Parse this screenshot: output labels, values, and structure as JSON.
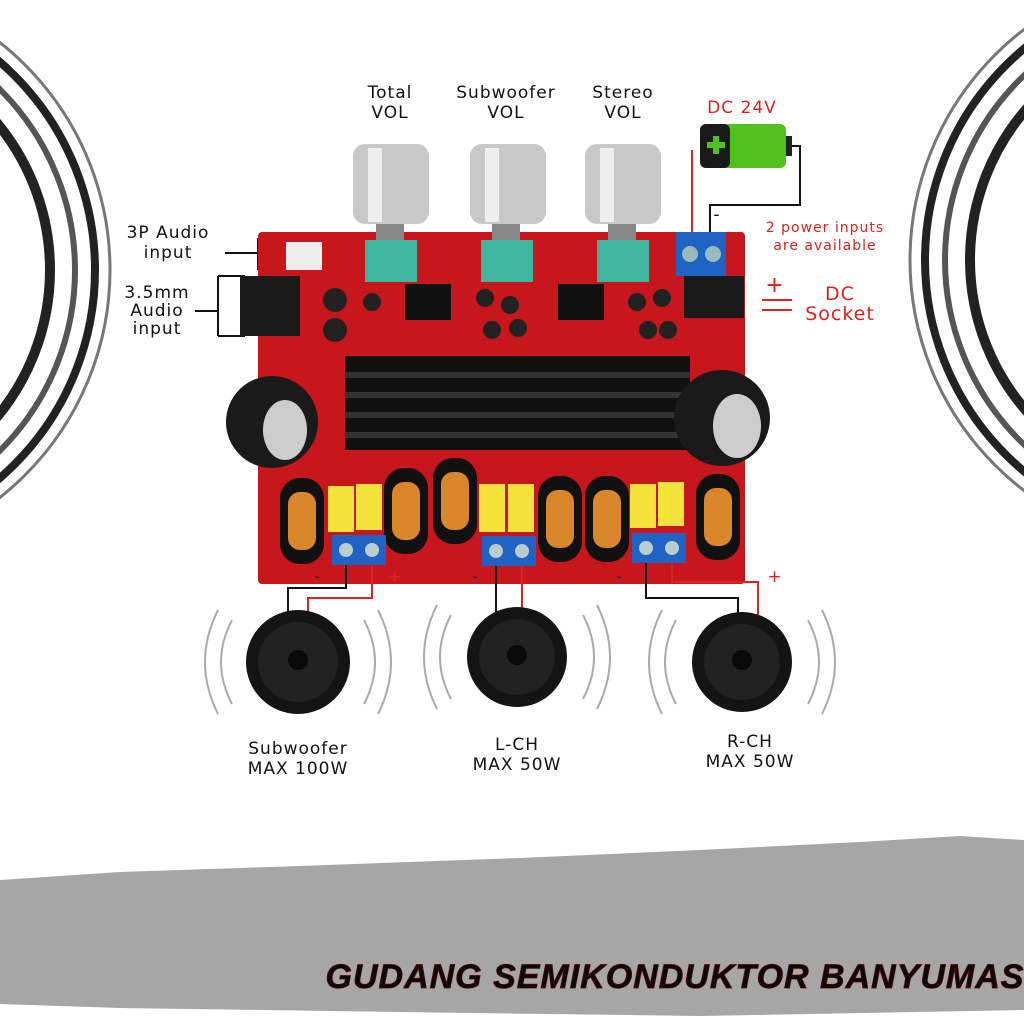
{
  "controls": {
    "total_vol": {
      "line1": "Total",
      "line2": "VOL"
    },
    "subwoofer_vol": {
      "line1": "Subwoofer",
      "line2": "VOL"
    },
    "stereo_vol": {
      "line1": "Stereo",
      "line2": "VOL"
    }
  },
  "power": {
    "dc_label": "DC 24V",
    "note_line1": "2 power inputs",
    "note_line2": "are available",
    "socket_line1": "DC",
    "socket_line2": "Socket",
    "plus": "+",
    "minus": "-"
  },
  "inputs": {
    "three_p": {
      "line1": "3P Audio",
      "line2": "input"
    },
    "jack": {
      "line1": "3.5mm",
      "line2": "Audio",
      "line3": "input"
    }
  },
  "outputs": [
    {
      "line1": "Subwoofer",
      "line2": "MAX 100W"
    },
    {
      "line1": "L-CH",
      "line2": "MAX 50W"
    },
    {
      "line1": "R-CH",
      "line2": "MAX 50W"
    }
  ],
  "brand": "GUDANG SEMIKONDUKTOR BANYUMAS",
  "colors": {
    "board": "#c8161d",
    "accent_red": "#e0201a",
    "banner": "#a6a6a6",
    "terminal": "#1f63c4"
  }
}
